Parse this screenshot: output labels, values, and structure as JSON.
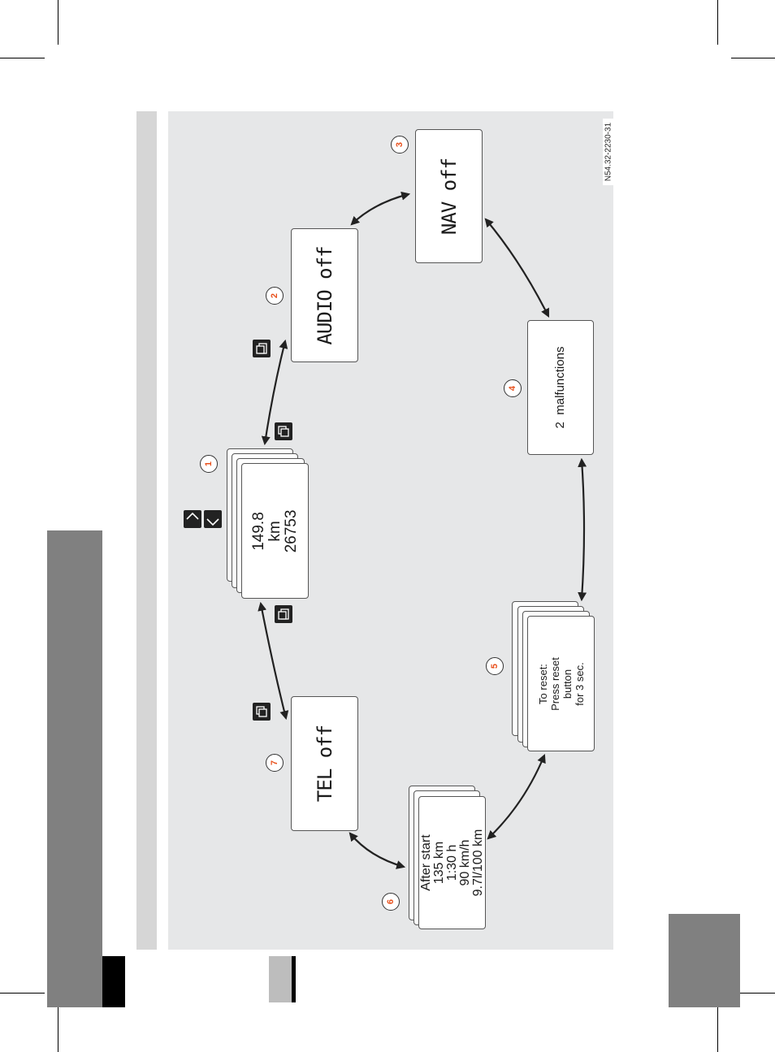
{
  "reference_code": "N54.32-2230-31",
  "screens": {
    "s1": {
      "number": "1",
      "line1": "149.8",
      "line2": "km",
      "line3": "26753"
    },
    "s2": {
      "number": "2",
      "text": "AUDIO off"
    },
    "s3": {
      "number": "3",
      "text": "NAV off"
    },
    "s4": {
      "number": "4",
      "text": "2  malfunctions"
    },
    "s5": {
      "number": "5",
      "line1": "To reset:",
      "line2": "Press reset",
      "line3": "button",
      "line4": "for 3 sec."
    },
    "s6": {
      "number": "6",
      "line1": "After start",
      "line2": "135 km",
      "line3": "1:30 h",
      "line4": "90 km/h",
      "line5": "9.7l/100 km"
    },
    "s7": {
      "number": "7",
      "text": "TEL off"
    }
  },
  "icons": {
    "page_up": "page-up-button-icon",
    "page_down": "page-down-button-icon",
    "arrow_left": "arrow-left-button-icon",
    "arrow_right": "arrow-right-button-icon"
  },
  "colors": {
    "badge_number": "#e8501c",
    "panel": "#e6e7e8"
  }
}
